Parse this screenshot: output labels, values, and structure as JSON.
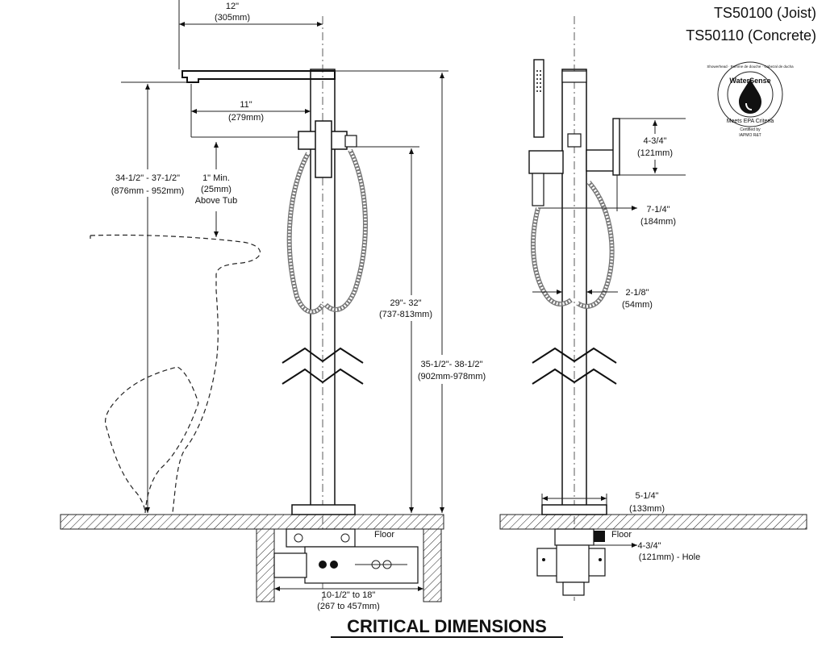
{
  "header": {
    "model_joist": "TS50100 (Joist)",
    "model_concrete": "TS50110 (Concrete)"
  },
  "badge": {
    "name": "WaterSense",
    "tagline": "Meets EPA Criteria",
    "arc_text": "Showerhead · Pomme de douche · Cabezal de ducha",
    "certified_1": "Certified by",
    "certified_2": "IAPMO R&T"
  },
  "front_view": {
    "spout_width": {
      "in": "12\"",
      "mm": "(305mm)"
    },
    "spout_reach": {
      "in": "11\"",
      "mm": "(279mm)"
    },
    "above_tub": {
      "in": "1\" Min.",
      "mm": "(25mm)",
      "note": "Above Tub"
    },
    "spout_height": {
      "in": "34-1/2\" - 37-1/2\"",
      "mm": "(876mm - 952mm)"
    },
    "handle_height": {
      "in": "29\"- 32\"",
      "mm": "(737-813mm)"
    },
    "overall_height": {
      "in": "35-1/2\"- 38-1/2\"",
      "mm": "(902mm-978mm)"
    },
    "floor_label": "Floor",
    "joist_span": {
      "in": "10-1/2\" to 18\"",
      "mm": "(267 to 457mm)"
    }
  },
  "side_view": {
    "handle_size": {
      "in": "4-3/4\"",
      "mm": "(121mm)"
    },
    "handle_offset": {
      "in": "7-1/4\"",
      "mm": "(184mm)"
    },
    "column_width": {
      "in": "2-1/8\"",
      "mm": "(54mm)"
    },
    "base_width": {
      "in": "5-1/4\"",
      "mm": "(133mm)"
    },
    "floor_label": "Floor",
    "hole_size": {
      "in": "4-3/4\"",
      "mm": "(121mm) - Hole"
    }
  },
  "footer": {
    "heading": "CRITICAL DIMENSIONS"
  }
}
